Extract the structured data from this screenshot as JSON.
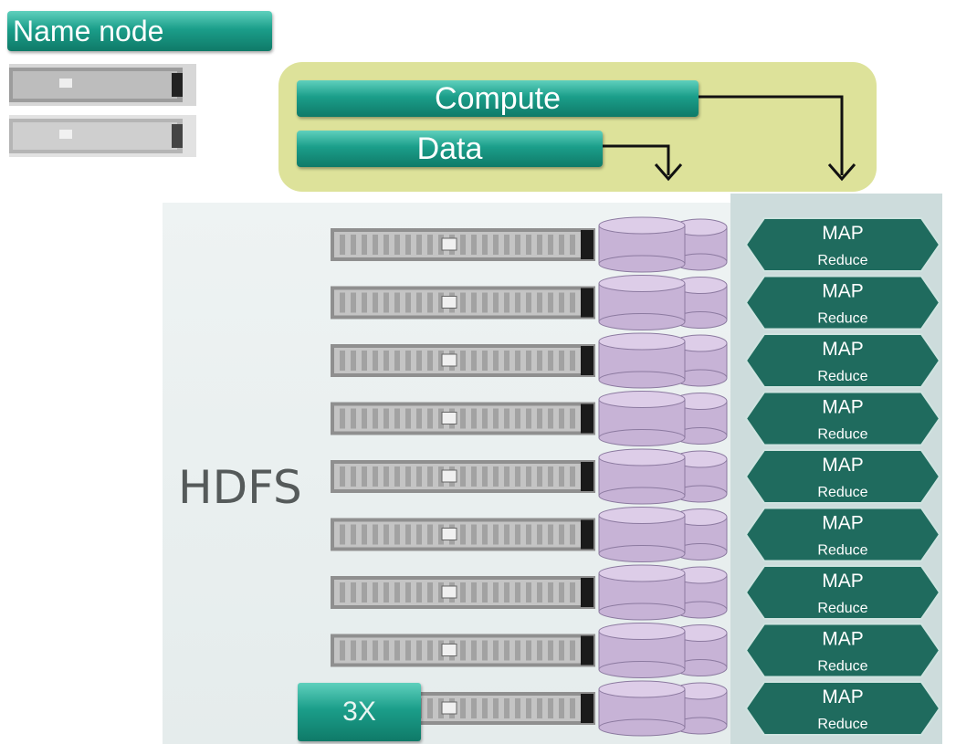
{
  "name_node": {
    "label": "Name node"
  },
  "controls": {
    "compute_label": "Compute",
    "data_label": "Data"
  },
  "hdfs_label": "HDFS",
  "replication_label": "3X",
  "map_reduce": {
    "map_label": "MAP",
    "reduce_label": "Reduce",
    "count": 9
  },
  "nodes": {
    "count": 9
  },
  "colors": {
    "teal_accent": "#1b9e8a",
    "control_panel": "#dde29a",
    "disk": "#c7b3d6",
    "mapreduce_hexagon": "#1f6b5e"
  }
}
